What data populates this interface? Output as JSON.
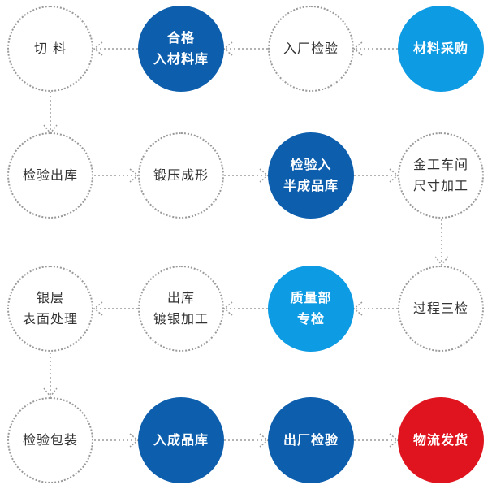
{
  "colors": {
    "dark_blue": "#0d5fae",
    "light_blue": "#0d9be3",
    "red": "#e0141e",
    "outline": "#9a9a9a",
    "text": "#333333"
  },
  "nodes": {
    "n1": {
      "lines": [
        "切 料"
      ]
    },
    "n2": {
      "lines": [
        "合格",
        "入材料库"
      ]
    },
    "n3": {
      "lines": [
        "入厂检验"
      ]
    },
    "n4": {
      "lines": [
        "材料采购"
      ]
    },
    "n5": {
      "lines": [
        "检验出库"
      ]
    },
    "n6": {
      "lines": [
        "锻压成形"
      ]
    },
    "n7": {
      "lines": [
        "检验入",
        "半成品库"
      ]
    },
    "n8": {
      "lines": [
        "金工车间",
        "尺寸加工"
      ]
    },
    "n9": {
      "lines": [
        "银层",
        "表面处理"
      ]
    },
    "n10": {
      "lines": [
        "出库",
        "镀银加工"
      ]
    },
    "n11": {
      "lines": [
        "质量部",
        "专检"
      ]
    },
    "n12": {
      "lines": [
        "过程三检"
      ]
    },
    "n13": {
      "lines": [
        "检验包装"
      ]
    },
    "n14": {
      "lines": [
        "入成品库"
      ]
    },
    "n15": {
      "lines": [
        "出厂检验"
      ]
    },
    "n16": {
      "lines": [
        "物流发货"
      ]
    }
  }
}
